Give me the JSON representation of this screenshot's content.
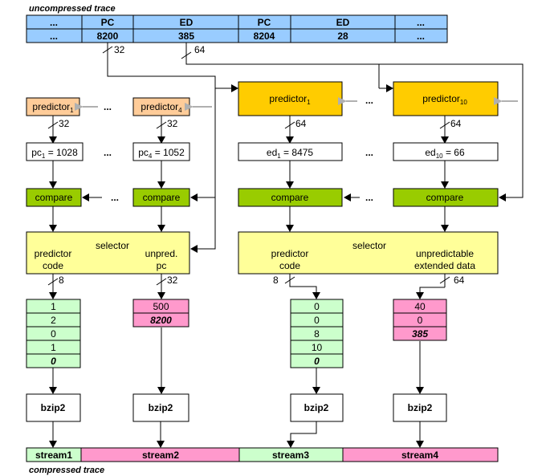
{
  "title_top": "uncompressed trace",
  "title_bottom": "compressed trace",
  "trace_header": [
    "...",
    "PC",
    "ED",
    "PC",
    "ED",
    "..."
  ],
  "trace_values": [
    "...",
    "8200",
    "385",
    "8204",
    "28",
    "..."
  ],
  "bus_widths": {
    "pc": "32",
    "ed": "64",
    "pcp": "32",
    "edp": "64",
    "code_pc": "8",
    "unpred_pc": "32",
    "code_ed": "8",
    "unpred_ed": "64"
  },
  "pc_side": {
    "predictor_1": {
      "base": "predictor",
      "sub": "1"
    },
    "predictor_4": {
      "base": "predictor",
      "sub": "4"
    },
    "pred_1": {
      "base": "pc",
      "sub": "1",
      "rest": " = 1028"
    },
    "pred_4": {
      "base": "pc",
      "sub": "4",
      "rest": " = 1052"
    },
    "compare": "compare",
    "selector": "selector",
    "left_label": [
      "predictor",
      "code"
    ],
    "right_label": [
      "unpred.",
      "pc"
    ]
  },
  "ed_side": {
    "predictor_1": {
      "base": "predictor",
      "sub": "1"
    },
    "predictor_10": {
      "base": "predictor",
      "sub": "10"
    },
    "pred_1": {
      "base": "ed",
      "sub": "1",
      "rest": " = 8475"
    },
    "pred_10": {
      "base": "ed",
      "sub": "10",
      "rest": " = 66"
    },
    "compare": "compare",
    "selector": "selector",
    "left_label": [
      "predictor",
      "code"
    ],
    "right_label": [
      "unpredictable",
      "extended data"
    ]
  },
  "ellipsis": "...",
  "buffers": {
    "pc_codes": [
      "1",
      "2",
      "0",
      "1",
      "0"
    ],
    "pc_unpred": [
      "500",
      "8200"
    ],
    "ed_codes": [
      "0",
      "0",
      "8",
      "10",
      "0"
    ],
    "ed_unpred": [
      "40",
      "0",
      "385"
    ]
  },
  "compressor": "bzip2",
  "streams": [
    "stream1",
    "stream2",
    "stream3",
    "stream4"
  ],
  "colors": {
    "trace": "#99ccff",
    "orange_light": "#ffcc99",
    "orange": "#ffcc00",
    "green": "#99cc00",
    "yellow": "#ffff99",
    "mint": "#ccffcc",
    "pink": "#ff99cc",
    "feed_arrow": "#b0b0b0"
  }
}
